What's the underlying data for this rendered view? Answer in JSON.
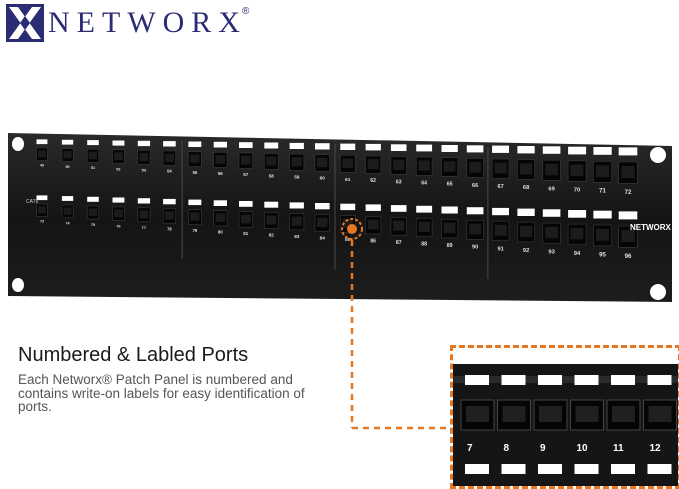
{
  "brand": {
    "name": "NETWORX",
    "registered_mark": "®",
    "logo_icon": "networx-x-logo-icon",
    "color": "#2b2c73"
  },
  "panel": {
    "side_label": "CAT6",
    "right_label": "NETWORX",
    "port_rows": [
      [
        "49",
        "50",
        "51",
        "52",
        "53",
        "54",
        "55",
        "56",
        "57",
        "58",
        "59",
        "60",
        "61",
        "62",
        "63",
        "64",
        "65",
        "66",
        "67",
        "68",
        "69",
        "70",
        "71",
        "72"
      ],
      [
        "73",
        "74",
        "75",
        "76",
        "77",
        "78",
        "79",
        "80",
        "81",
        "82",
        "83",
        "84",
        "85",
        "86",
        "87",
        "88",
        "89",
        "90",
        "91",
        "92",
        "93",
        "94",
        "95",
        "96"
      ]
    ]
  },
  "feature": {
    "title": "Numbered & Labled Ports",
    "description": "Each Networx® Patch Panel is numbered and contains write-on labels for easy identification of ports."
  },
  "zoom": {
    "port_numbers": [
      "7",
      "8",
      "9",
      "10",
      "11",
      "12"
    ],
    "accent_color": "#e87722"
  }
}
